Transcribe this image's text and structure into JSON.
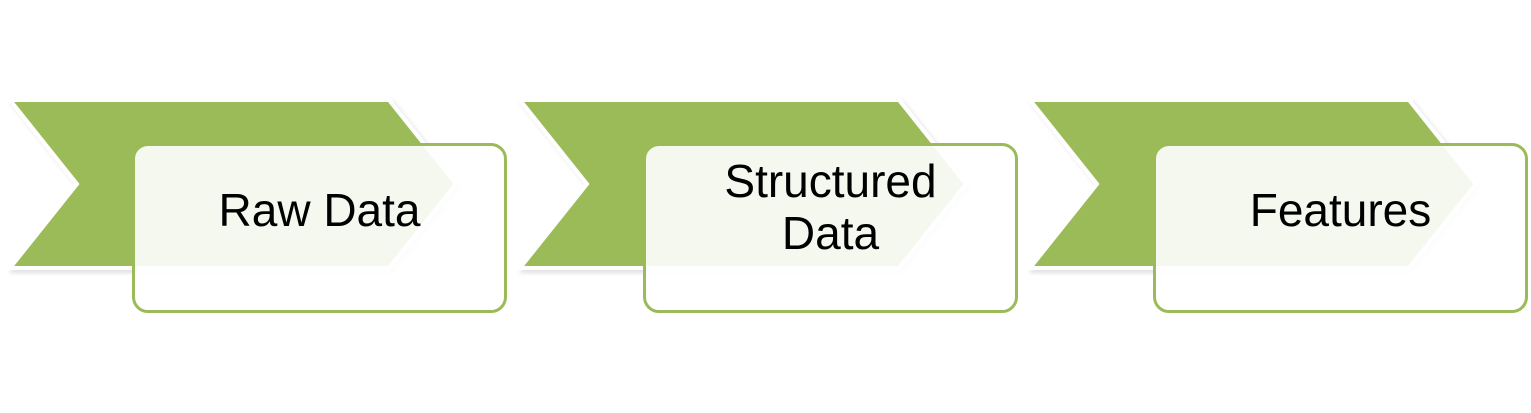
{
  "diagram": {
    "accent_color": "#9bbb59",
    "steps": [
      {
        "label": "Raw Data"
      },
      {
        "label": "Structured Data"
      },
      {
        "label": "Features"
      }
    ]
  }
}
